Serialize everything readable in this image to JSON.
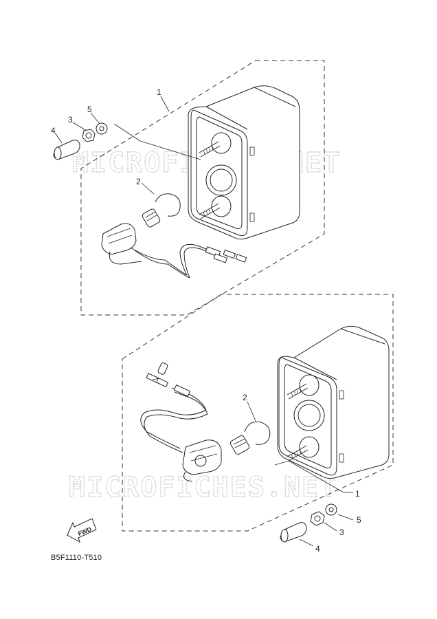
{
  "watermark": {
    "top": "MICROFICHES.NET",
    "bottom": "MICROFICHES.NET"
  },
  "callouts": {
    "upper": {
      "housing": "1",
      "bulb": "2",
      "nut": "3",
      "spacer": "4",
      "washer": "5"
    },
    "lower": {
      "housing": "1",
      "bulb": "2",
      "nut": "3",
      "spacer": "4",
      "washer": "5"
    }
  },
  "fwd_label": "FWD",
  "diagram_code": "B5F1110-T510"
}
